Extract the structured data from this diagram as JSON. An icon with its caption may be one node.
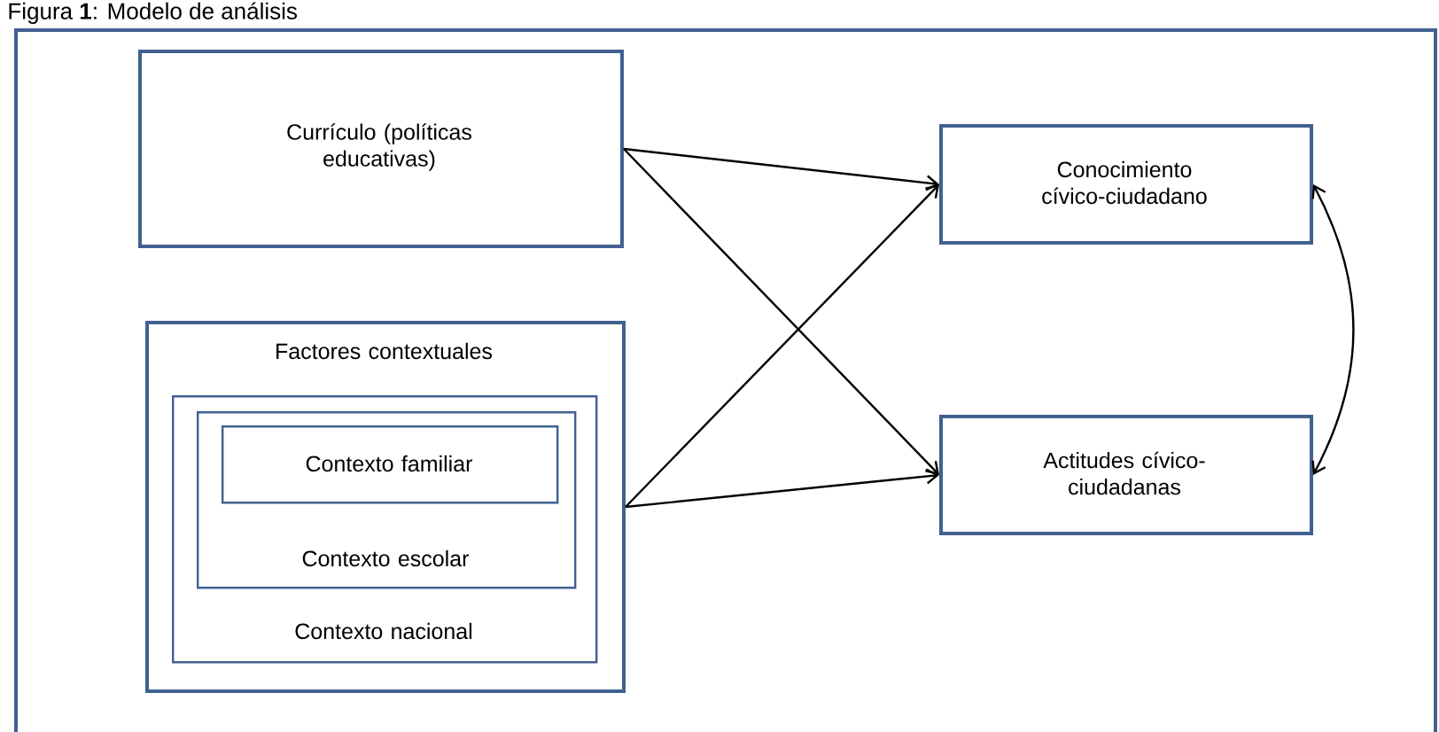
{
  "diagram": {
    "title": "Figura **1**: Modelo de análisis",
    "nodes": [
      {
        "text": [
          "Currículo (políticas educativas)"
        ]
      },
      {
        "text": [
          "Factores contextuales"
        ]
      },
      {
        "text": [
          "Contexto nacional"
        ],
        "in": 1
      },
      {
        "text": [
          "Contexto escolar"
        ],
        "in": 2
      },
      {
        "text": [
          "Contexto familiar"
        ],
        "in": 3
      },
      {
        "text": [
          "Conocimiento cívico-ciudadano"
        ]
      },
      {
        "text": [
          "Actitudes cívico-ciudadanas"
        ]
      }
    ],
    "edges": [
      {
        "from": 0,
        "to": 5,
        "arrow": "to"
      },
      {
        "from": 0,
        "to": 6,
        "arrow": "to"
      },
      {
        "from": 1,
        "to": 5,
        "arrow": "to"
      },
      {
        "from": 1,
        "to": 6,
        "arrow": "to"
      },
      {
        "from": 5,
        "to": 6,
        "arrow": "both"
      }
    ]
  }
}
